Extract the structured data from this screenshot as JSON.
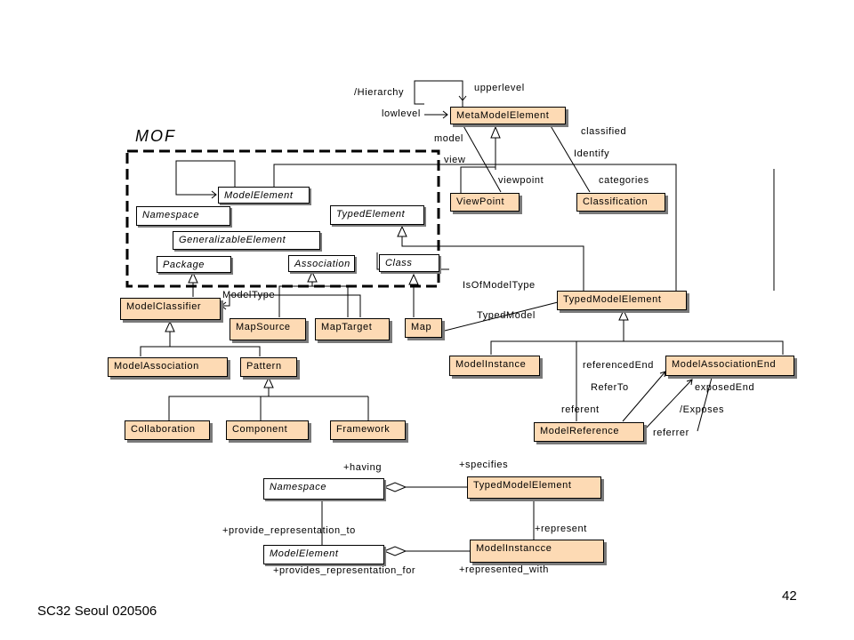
{
  "mof_label": "MOF",
  "classes": {
    "meta_model_element": "MetaModelElement",
    "view_point": "ViewPoint",
    "classification": "Classification",
    "model_element": "ModelElement",
    "namespace": "Namespace",
    "typed_element": "TypedElement",
    "generalizable_element": "GeneralizableElement",
    "package": "Package",
    "association": "Association",
    "class": "Class",
    "model_classifier": "ModelClassifier",
    "map_source": "MapSource",
    "map_target": "MapTarget",
    "map": "Map",
    "typed_model_element": "TypedModelElement",
    "model_association": "ModelAssociation",
    "pattern": "Pattern",
    "model_instance": "ModelInstance",
    "model_association_end": "ModelAssociationEnd",
    "collaboration": "Collaboration",
    "component": "Component",
    "framework": "Framework",
    "model_reference": "ModelReference"
  },
  "relations": {
    "hierarchy": "/Hierarchy",
    "upperlevel": "upperlevel",
    "lowlevel": "lowlevel",
    "model": "model",
    "classified": "classified",
    "view": "view",
    "identify": "Identify",
    "viewpoint": "viewpoint",
    "categories": "categories",
    "is_of_model_type": "IsOfModelType",
    "model_type": "ModelType",
    "typed_model": "TypedModel",
    "referenced_end": "referencedEnd",
    "refer_to": "ReferTo",
    "exposed_end": "exposedEnd",
    "referent": "referent",
    "exposes": "/Exposes",
    "referrer": "referrer"
  },
  "lower_diagram": {
    "namespace": "Namespace",
    "typed_model_element": "TypedModelElement",
    "model_element": "ModelElement",
    "model_instance": "ModelInstancce",
    "having": "+having",
    "specifies": "+specifies",
    "provide_representation_to": "+provide_representation_to",
    "represent": "+represent",
    "provides_representation_for": "+provides_representation_for",
    "represented_with": "+represented_with"
  },
  "footer": {
    "left": "SC32 Seoul 020506",
    "page_number": "42"
  }
}
